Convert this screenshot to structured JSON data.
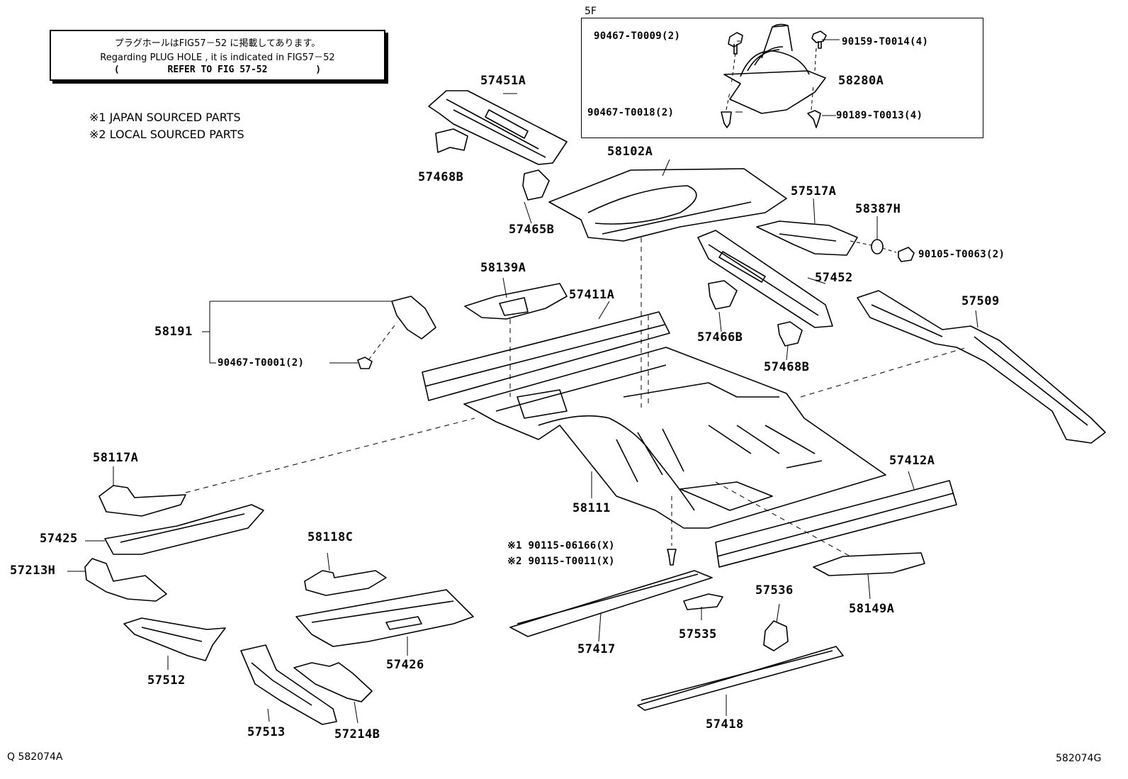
{
  "note": {
    "jp": "プラグホールはFIG57－52 に掲載してあります。",
    "en": "Regarding  PLUG HOLE , it is  indicated  in  FIG57－52",
    "ref_open": "(",
    "ref": "REFER TO FIG 57-52",
    "ref_close": ")"
  },
  "legend": {
    "item1": "※1  JAPAN SOURCED PARTS",
    "item2": "※2  LOCAL SOURCED PARTS"
  },
  "inset": {
    "code": "5F",
    "parts": [
      "90467-T0009(2)",
      "90159-T0014(4)",
      "58280A",
      "90467-T0018(2)",
      "90189-T0013(4)"
    ]
  },
  "parts": {
    "p57451A": "57451A",
    "p57468B_top": "57468B",
    "p57465B": "57465B",
    "p58102A": "58102A",
    "p57517A": "57517A",
    "p58387H": "58387H",
    "p90105": "90105-T0063(2)",
    "p57452": "57452",
    "p58139A": "58139A",
    "p57411A": "57411A",
    "p57466B": "57466B",
    "p57468B_mid": "57468B",
    "p57509": "57509",
    "p58191": "58191",
    "p90467_T0001": "90467-T0001(2)",
    "p58117A": "58117A",
    "p57425": "57425",
    "p57213H": "57213H",
    "p58118C": "58118C",
    "p58111": "58111",
    "p57412A": "57412A",
    "p90115_a": "※1 90115-06166(X)",
    "p90115_b": "※2 90115-T0011(X)",
    "p58149A": "58149A",
    "p57536": "57536",
    "p57535": "57535",
    "p57417": "57417",
    "p57426": "57426",
    "p57512": "57512",
    "p57513": "57513",
    "p57214B": "57214B",
    "p57418": "57418"
  },
  "footer": {
    "left": "Q 582074A",
    "right": "582074G"
  }
}
